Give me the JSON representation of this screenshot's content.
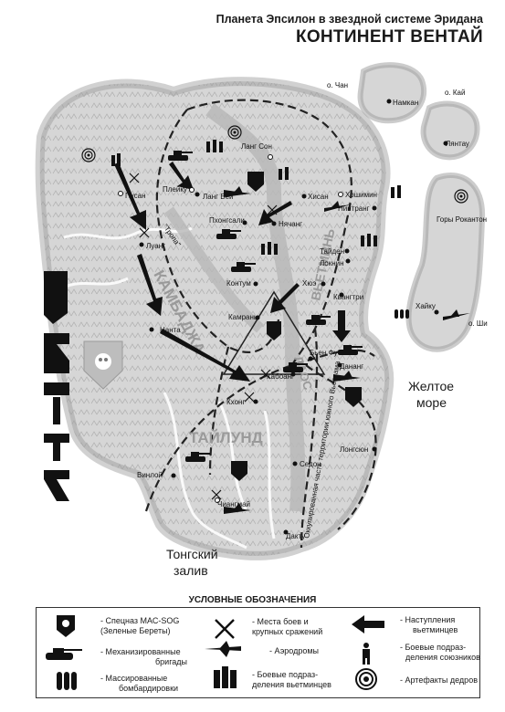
{
  "header": {
    "subtitle": "Планета Эпсилон в звездной системе Эридана",
    "title": "КОНТИНЕНТ ВЕНТАЙ"
  },
  "regions": {
    "kambadja": "КАМБАДЖА",
    "vetmin": "ВЬЕТМИНЬ",
    "laos": "ЛАОС",
    "tailund": "ТАЙЛУНД",
    "tropa": "\"Тропа\"",
    "occupied": "Оккупированная часть территории южного Вьетнама"
  },
  "water": {
    "yellow_sea_1": "Желтое",
    "yellow_sea_2": "море",
    "tonk_1": "Тонгский",
    "tonk_2": "залив"
  },
  "islands": {
    "chan": "о. Чан",
    "kai": "о. Кай",
    "shi": "о. Ши"
  },
  "cities": [
    {
      "name": "Ланг Сон"
    },
    {
      "name": "Плейку"
    },
    {
      "name": "Ланг Вей"
    },
    {
      "name": "Хисан"
    },
    {
      "name": "Хошимин"
    },
    {
      "name": "Пусан"
    },
    {
      "name": "Пхонгсали"
    },
    {
      "name": "Нячанг"
    },
    {
      "name": "Нинтранг"
    },
    {
      "name": "Луанг"
    },
    {
      "name": "Тайден"
    },
    {
      "name": "Локнин"
    },
    {
      "name": "Хюэ"
    },
    {
      "name": "Контум"
    },
    {
      "name": "Квангтри"
    },
    {
      "name": "Нанта"
    },
    {
      "name": "Камрань"
    },
    {
      "name": "Бьен Фу"
    },
    {
      "name": "Дананг"
    },
    {
      "name": "Кхонг"
    },
    {
      "name": "Кабоанг"
    },
    {
      "name": "Лонгсюн"
    },
    {
      "name": "Седон"
    },
    {
      "name": "Винлой"
    },
    {
      "name": "Чиангмай"
    },
    {
      "name": "Дакту"
    },
    {
      "name": "Намкан"
    },
    {
      "name": "Лянтау"
    },
    {
      "name": "Горы Рокантон"
    },
    {
      "name": "Хайку"
    }
  ],
  "legend": {
    "title": "УСЛОВНЫЕ ОБОЗНАЧЕНИЯ",
    "sog_1": "- Спецназ МАС-SOG",
    "sog_2": "(Зеленые Береты)",
    "mech_1": "- Механизированные",
    "mech_2": "бригады",
    "bomb_1": "- Массированные",
    "bomb_2": "бомбардировки",
    "battle_1": "- Места боев и",
    "battle_2": "крупных сражений",
    "air": "- Аэродромы",
    "vc_1": "- Боевые подраз-",
    "vc_2": "деления вьетминцев",
    "adv_1": "- Наступления",
    "adv_2": "вьетминцев",
    "ally_1": "- Боевые подраз-",
    "ally_2": "деления союзников",
    "art": "- Артефакты дедров"
  },
  "colors": {
    "land": "#d6d6d6",
    "coast": "#9a9a9a",
    "dark": "#222222",
    "road": "#b8b8b8"
  }
}
